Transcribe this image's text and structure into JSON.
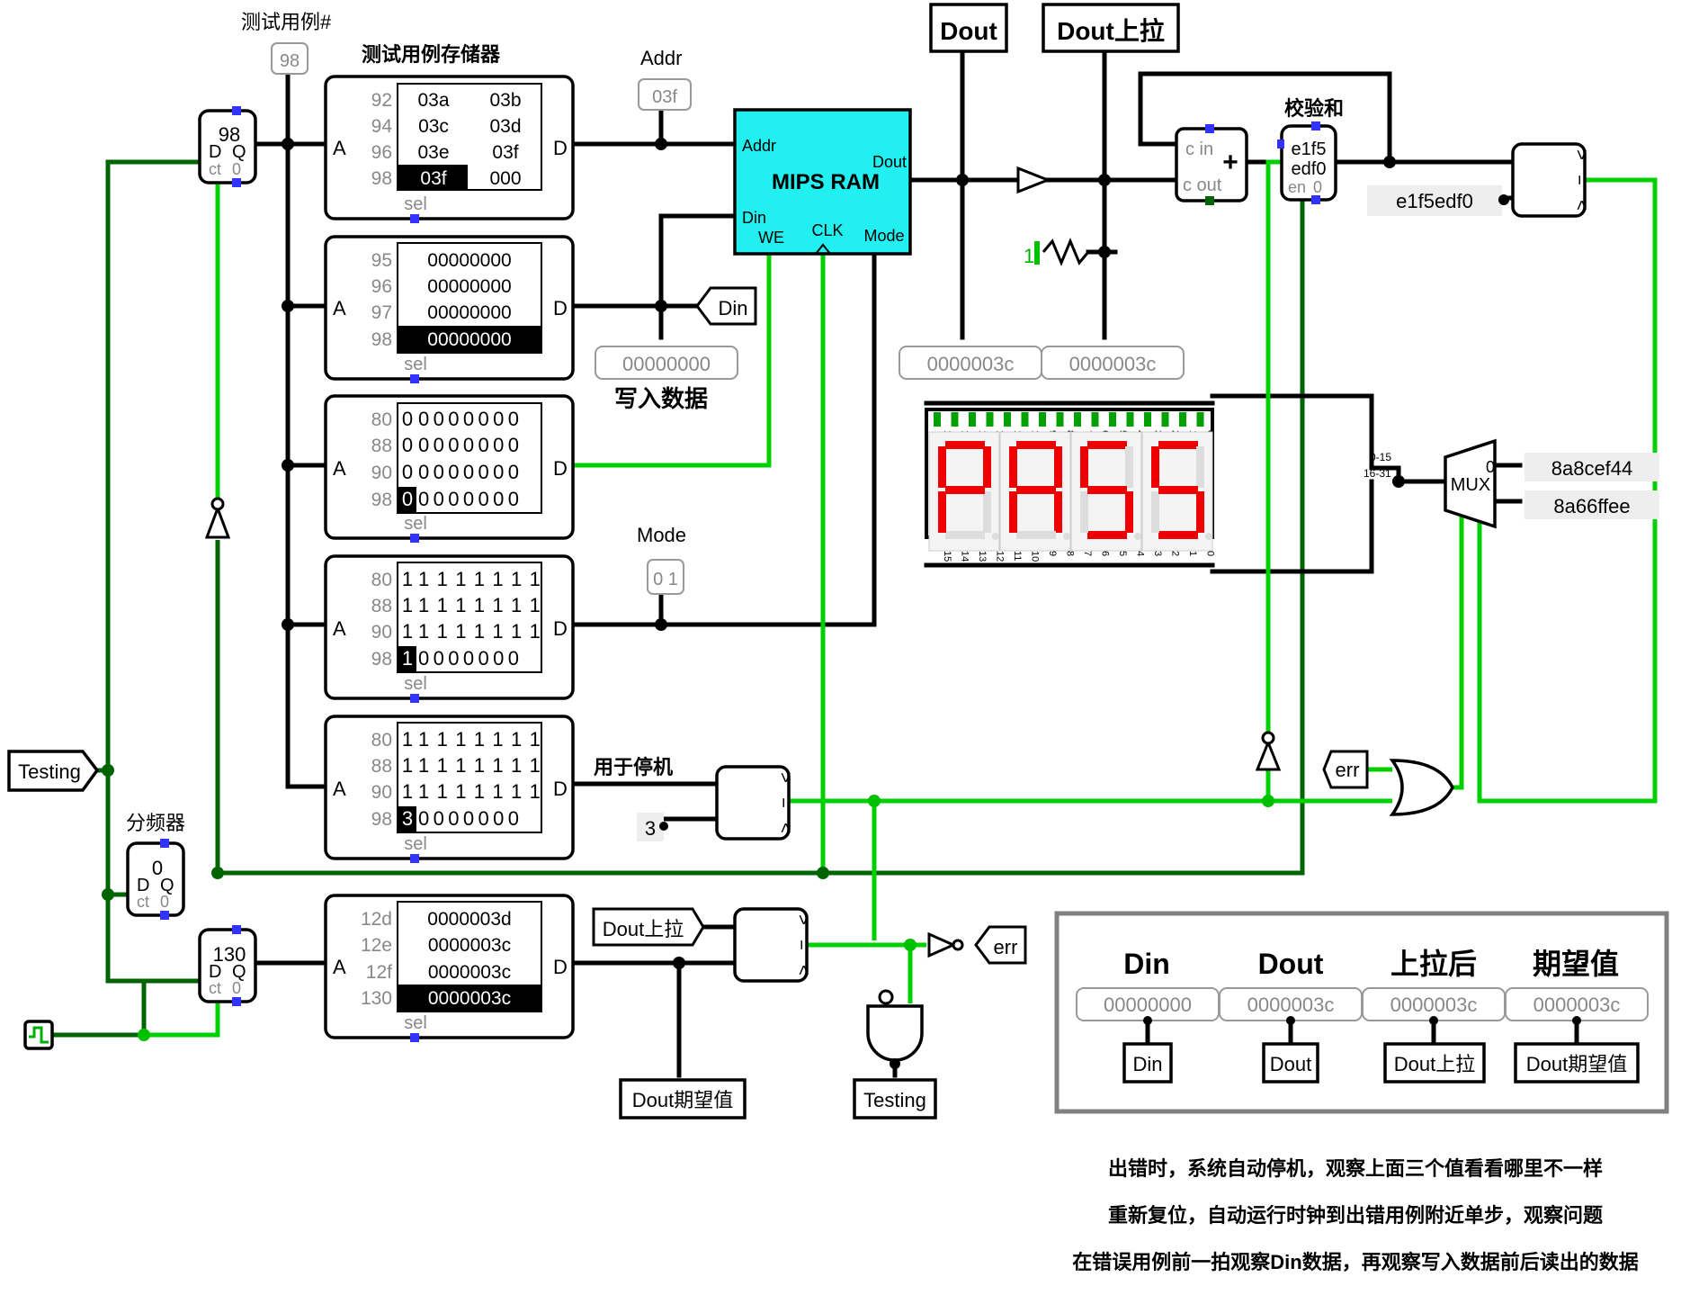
{
  "labels": {
    "testcase_num": "测试用例#",
    "memory_title": "测试用例存储器",
    "addr": "Addr",
    "mode": "Mode",
    "write_data": "写入数据",
    "for_halt": "用于停机",
    "divider": "分频器",
    "checksum": "校验和",
    "dout_top": "Dout",
    "dout_pullup_top": "Dout上拉",
    "ram_title": "MIPS RAM",
    "ram_addr": "Addr",
    "ram_dout": "Dout",
    "ram_din": "Din",
    "ram_we": "WE",
    "ram_clk": "CLK",
    "ram_mode": "Mode",
    "rom_d": "D",
    "rom_a": "A",
    "rom_sel": "sel",
    "mux": "MUX",
    "mux_low": "0-15",
    "mux_high": "16-31",
    "mux_in0": "0",
    "pull_value": "1"
  },
  "counters": {
    "testcase": "98",
    "divider": "0",
    "step": "130",
    "d": "D",
    "q": "Q",
    "ct": "ct",
    "zero": "0"
  },
  "probes": {
    "testcase": "98",
    "addr": "03f",
    "write_data": "00000000",
    "mode": "0 1",
    "dout": "0000003c",
    "dout_pullup": "0000003c",
    "checksum_const": "e1f5edf0",
    "const_3": "3",
    "mux_a": "8a8cef44",
    "mux_b": "8a66ffee"
  },
  "pins": {
    "din": "Din",
    "testing_in": "Testing",
    "err_out": "err",
    "err_in": "err",
    "dout_pullup": "Dout上拉",
    "dout_expected": "Dout期望值",
    "testing_out": "Testing"
  },
  "adder": {
    "cin": "c in",
    "cout": "c out",
    "plus": "+"
  },
  "register": {
    "line1": "e1f5",
    "line2": "edf0",
    "en": "en",
    "zero": "0"
  },
  "comparator": {
    "gt": ">",
    "eq": "=",
    "lt": "<"
  },
  "rom_addr": {
    "rows": [
      {
        "addr": "92",
        "v1": "03a",
        "v2": "03b"
      },
      {
        "addr": "94",
        "v1": "03c",
        "v2": "03d"
      },
      {
        "addr": "96",
        "v1": "03e",
        "v2": "03f"
      },
      {
        "addr": "98",
        "v1": "03f",
        "v2": "000"
      }
    ]
  },
  "rom_data": {
    "rows": [
      {
        "addr": "95",
        "value": "00000000"
      },
      {
        "addr": "96",
        "value": "00000000"
      },
      {
        "addr": "97",
        "value": "00000000"
      },
      {
        "addr": "98",
        "value": "00000000"
      }
    ]
  },
  "rom_we": {
    "rows": [
      {
        "addr": "80",
        "first": "0",
        "rest": "0000000"
      },
      {
        "addr": "88",
        "first": "0",
        "rest": "0000000"
      },
      {
        "addr": "90",
        "first": "0",
        "rest": "0000000"
      },
      {
        "addr": "98",
        "first": "0",
        "rest": "0000000"
      }
    ]
  },
  "rom_mode": {
    "rows": [
      {
        "addr": "80",
        "first": "1",
        "rest": "1111111"
      },
      {
        "addr": "88",
        "first": "1",
        "rest": "1111111"
      },
      {
        "addr": "90",
        "first": "1",
        "rest": "1111111"
      },
      {
        "addr": "98",
        "first": "1",
        "rest": "0000000"
      }
    ]
  },
  "rom_halt": {
    "rows": [
      {
        "addr": "80",
        "first": "1",
        "rest": "1111111"
      },
      {
        "addr": "88",
        "first": "1",
        "rest": "1111111"
      },
      {
        "addr": "90",
        "first": "1",
        "rest": "1111111"
      },
      {
        "addr": "98",
        "first": "3",
        "rest": "0000000"
      }
    ]
  },
  "rom_expected": {
    "rows": [
      {
        "addr": "12d",
        "value": "0000003d"
      },
      {
        "addr": "12e",
        "value": "0000003c"
      },
      {
        "addr": "12f",
        "value": "0000003c"
      },
      {
        "addr": "130",
        "value": "0000003c"
      }
    ]
  },
  "seg_display": {
    "bit_labels": [
      "15",
      "14",
      "13",
      "12",
      "11",
      "10",
      "9",
      "8",
      "7",
      "6",
      "5",
      "4",
      "3",
      "2",
      "1",
      "0"
    ],
    "chars": [
      "P",
      "A",
      "S",
      "S"
    ]
  },
  "panel": {
    "headers": [
      "Din",
      "Dout",
      "上拉后",
      "期望值"
    ],
    "values": [
      "00000000",
      "0000003c",
      "0000003c",
      "0000003c"
    ],
    "pins": [
      "Din",
      "Dout",
      "Dout上拉",
      "Dout期望值"
    ]
  },
  "notes": [
    "出错时，系统自动停机，观察上面三个值看看哪里不一样",
    "重新复位，自动运行时钟到出错用例附近单步，观察问题",
    "在错误用例前一拍观察Din数据，再观察写入数据前后读出的数据"
  ],
  "colors": {
    "ram_fill": "#22f0f0",
    "wire_on": "#00d000",
    "wire_dark": "#006400",
    "seg_on": "#ee0000",
    "seg_off": "#dddddd",
    "port": "#3333ff"
  }
}
